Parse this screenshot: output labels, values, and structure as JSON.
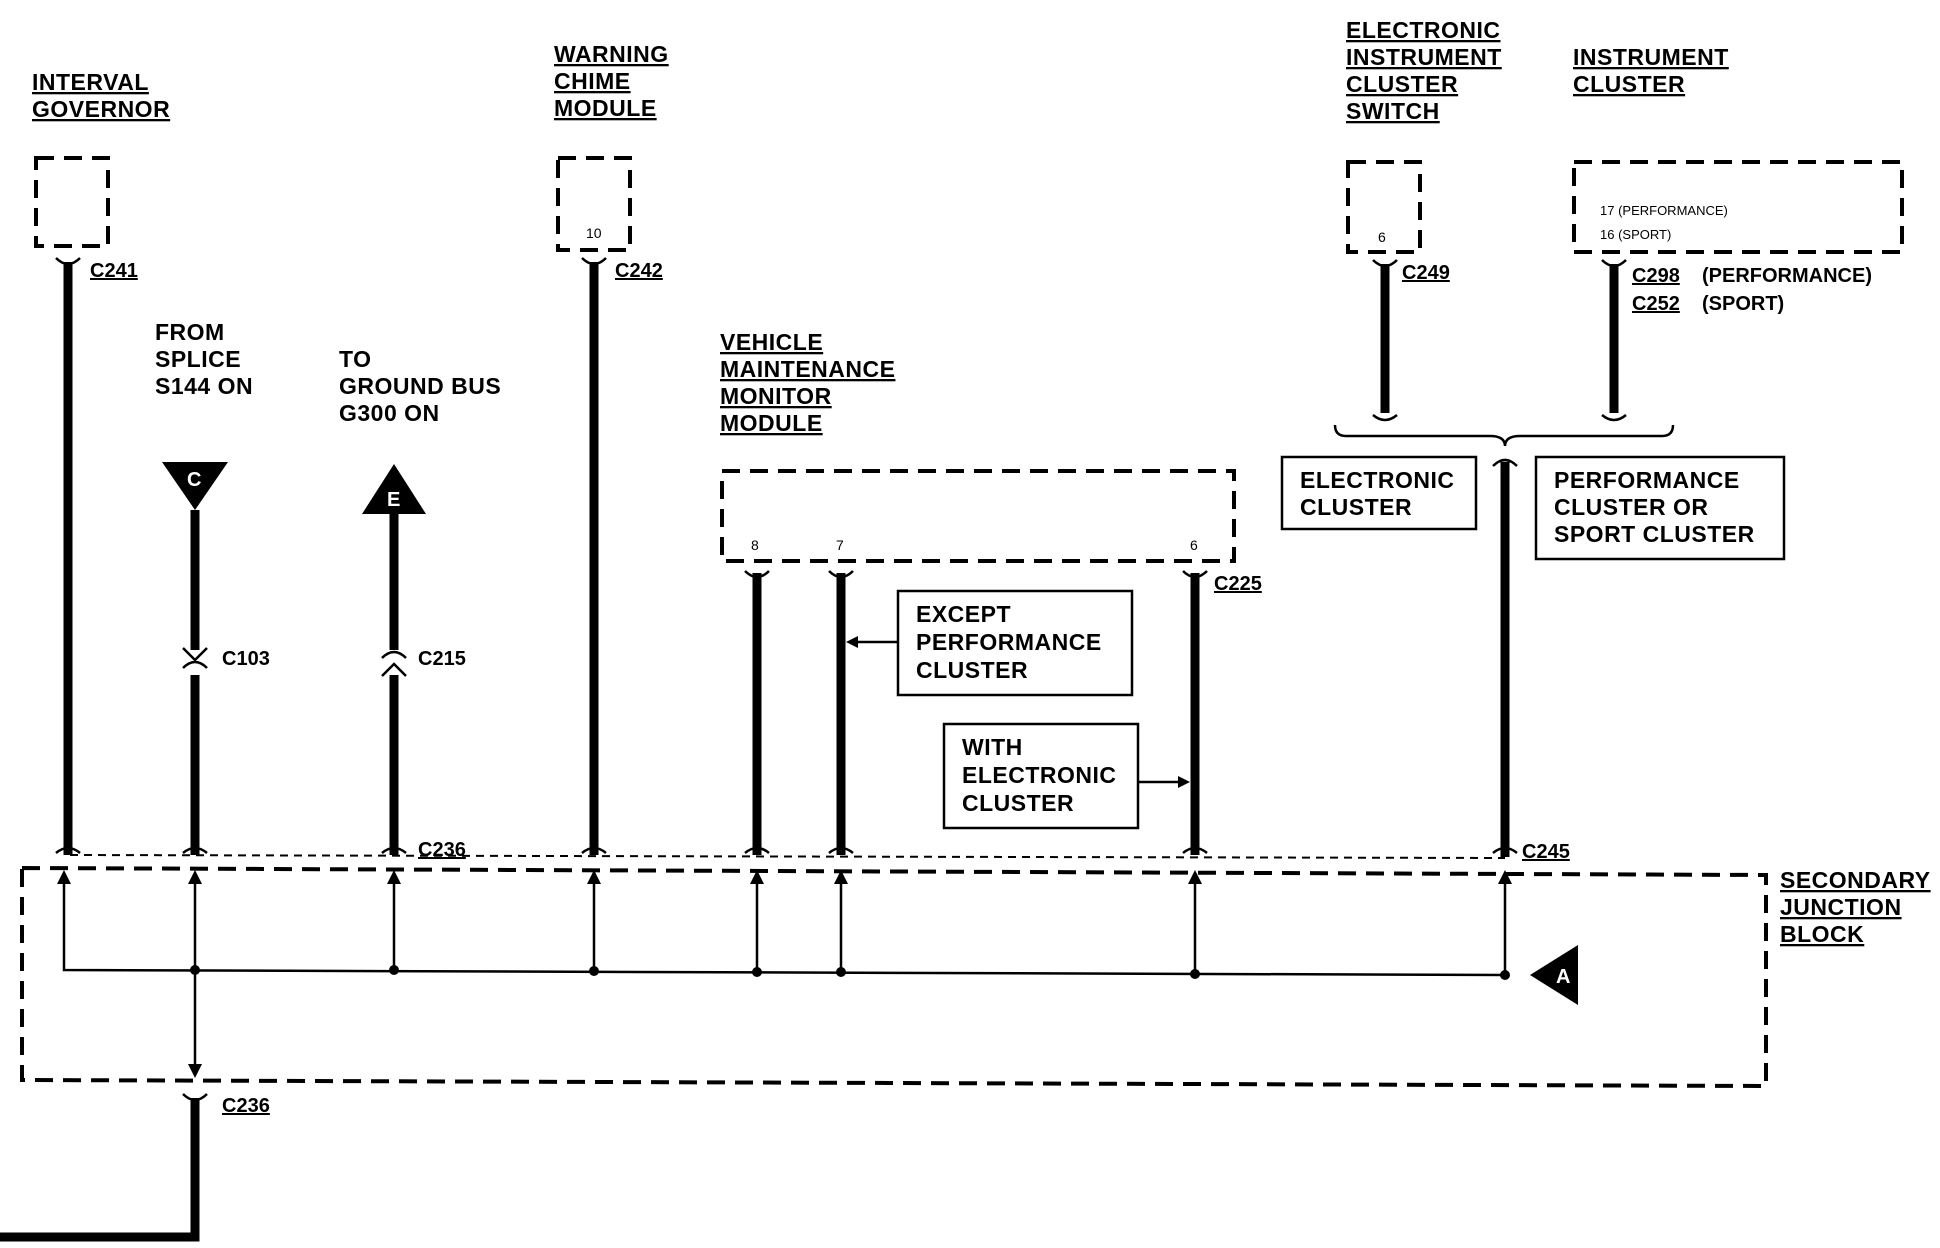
{
  "components": {
    "interval_governor": [
      "INTERVAL",
      "GOVERNOR"
    ],
    "warning_chime_module": [
      "WARNING",
      "CHIME",
      "MODULE"
    ],
    "vehicle_maintenance_monitor_module": [
      "VEHICLE",
      "MAINTENANCE",
      "MONITOR",
      "MODULE"
    ],
    "electronic_instrument_cluster_switch": [
      "ELECTRONIC",
      "INSTRUMENT",
      "CLUSTER",
      "SWITCH"
    ],
    "instrument_cluster": [
      "INSTRUMENT",
      "CLUSTER"
    ],
    "secondary_junction_block": [
      "SECONDARY",
      "JUNCTION",
      "BLOCK"
    ]
  },
  "notes": {
    "from_splice": [
      "FROM",
      "SPLICE",
      "S144 ON"
    ],
    "to_ground_bus": [
      "TO",
      "GROUND BUS",
      "G300 ON"
    ],
    "except_performance": [
      "EXCEPT",
      "PERFORMANCE",
      "CLUSTER"
    ],
    "with_electronic": [
      "WITH",
      "ELECTRONIC",
      "CLUSTER"
    ],
    "electronic_cluster": [
      "ELECTRONIC",
      "CLUSTER"
    ],
    "performance_cluster": [
      "PERFORMANCE",
      "CLUSTER OR",
      "SPORT CLUSTER"
    ]
  },
  "connectors": {
    "c241": "C241",
    "c242": "C242",
    "c249": "C249",
    "c298": "C298",
    "c298_note": "(PERFORMANCE)",
    "c252": "C252",
    "c252_note": "(SPORT)",
    "c103": "C103",
    "c215": "C215",
    "c225": "C225",
    "c236_top": "C236",
    "c245": "C245",
    "c236_bottom": "C236"
  },
  "pins": {
    "chime": "10",
    "vmm_a": "8",
    "vmm_b": "7",
    "vmm_c": "6",
    "eic_switch": "6",
    "cluster_17": "17 (PERFORMANCE)",
    "cluster_16": "16 (SPORT)"
  },
  "triangles": {
    "c": "C",
    "e": "E",
    "a": "A"
  }
}
